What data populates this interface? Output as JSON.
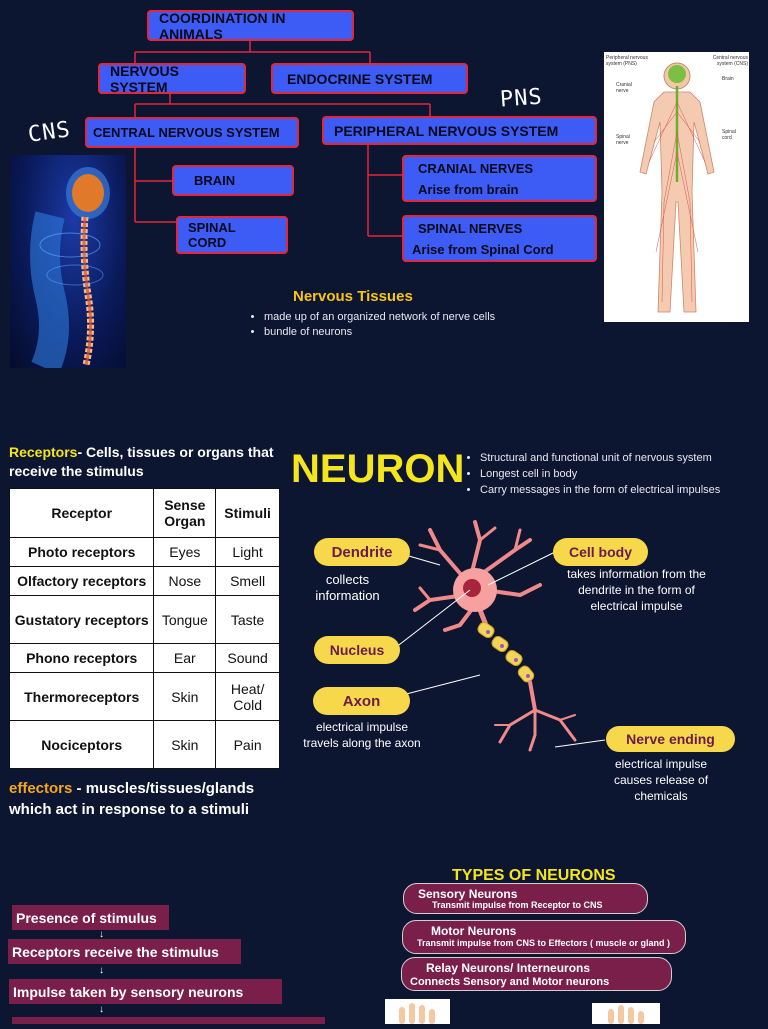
{
  "chart": {
    "root": "COORDINATION IN ANIMALS",
    "nervous": "NERVOUS SYSTEM",
    "endocrine": "ENDOCRINE SYSTEM",
    "cns": "CENTRAL NERVOUS SYSTEM",
    "pns": "PERIPHERAL NERVOUS SYSTEM",
    "brain": "BRAIN",
    "spinal": "SPINAL CORD",
    "cranial_title": "CRANIAL NERVES",
    "cranial_sub": "Arise from brain",
    "spinalnerves_title": "SPINAL NERVES",
    "spinalnerves_sub": "Arise from Spinal Cord",
    "cns_hand": "CNS",
    "pns_hand": "PNS"
  },
  "body_diagram": {
    "pns_label": "Peripheral nervous system (PNS)",
    "cns_label": "Central nervous system (CNS)",
    "brain": "Brain",
    "cranial": "Cranial nerve",
    "spinal_nerve": "Spinal nerve",
    "spinal_cord": "Spinal cord"
  },
  "nervous_tissues": {
    "title": "Nervous Tissues",
    "items": [
      "made up of an organized network of nerve cells",
      "bundle of neurons"
    ]
  },
  "receptors": {
    "term": "Receptors",
    "definition": "- Cells, tissues or organs that receive the stimulus",
    "headers": [
      "Receptor",
      "Sense Organ",
      "Stimuli"
    ],
    "rows": [
      [
        "Photo receptors",
        "Eyes",
        "Light"
      ],
      [
        "Olfactory receptors",
        "Nose",
        "Smell"
      ],
      [
        "Gustatory receptors",
        "Tongue",
        "Taste"
      ],
      [
        "Phono receptors",
        "Ear",
        "Sound"
      ],
      [
        "Thermoreceptors",
        "Skin",
        "Heat/ Cold"
      ],
      [
        "Nociceptors",
        "Skin",
        "Pain"
      ]
    ]
  },
  "effectors": {
    "term": "effectors",
    "definition": " - muscles/tissues/glands which act in response to a stimuli"
  },
  "neuron": {
    "title": "NEURON",
    "points": [
      "Structural and functional unit of nervous system",
      "Longest cell in body",
      "Carry messages in the form of electrical impulses"
    ],
    "dendrite": "Dendrite",
    "dendrite_desc": "collects information",
    "cellbody": "Cell body",
    "cellbody_desc": "takes information from the dendrite in the form of electrical impulse",
    "nucleus": "Nucleus",
    "axon": "Axon",
    "axon_desc": "electrical impulse travels along the axon",
    "nerveending": "Nerve ending",
    "nerveending_desc": "electrical impulse causes release of chemicals"
  },
  "types": {
    "title": "TYPES OF NEURONS",
    "items": [
      {
        "name": "Sensory Neurons",
        "desc": "Transmit impulse from Receptor to CNS"
      },
      {
        "name": "Motor Neurons",
        "desc": "Transmit impulse from CNS to Effectors ( muscle or gland )"
      },
      {
        "name": "Relay Neurons/ Interneurons",
        "desc": "Connects Sensory and Motor neurons"
      }
    ]
  },
  "flow": {
    "steps": [
      "Presence of stimulus",
      "Receptors receive the stimulus",
      "Impulse taken by sensory neurons"
    ],
    "arrow": "↓"
  },
  "colors": {
    "background": "#0d1630",
    "box_blue": "#3d5cf5",
    "box_border": "#e3263b",
    "accent_yellow": "#f5e51e",
    "pill_yellow": "#f6d84a",
    "maroon": "#7a1f4a"
  }
}
